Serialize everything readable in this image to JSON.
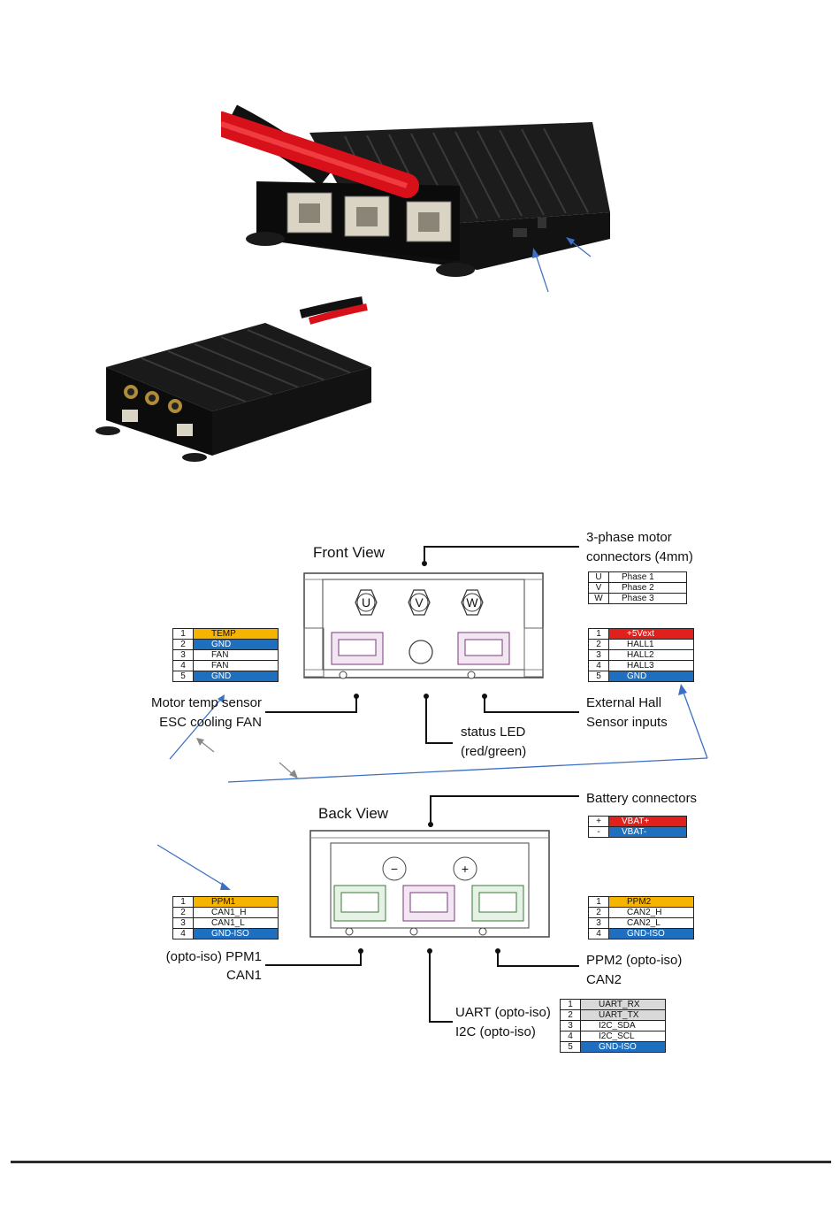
{
  "front_view": {
    "title": "Front View",
    "phase_label": [
      "3-phase motor",
      "connectors (4mm)"
    ],
    "phase_glyphs": [
      "U",
      "V",
      "W"
    ],
    "phase_table": [
      {
        "num": "U",
        "label": "Phase 1"
      },
      {
        "num": "V",
        "label": "Phase 2"
      },
      {
        "num": "W",
        "label": "Phase 3"
      }
    ],
    "left_table": [
      {
        "num": "1",
        "label": "TEMP",
        "color": "#f5b400"
      },
      {
        "num": "2",
        "label": "GND",
        "color": "#1f6fc1"
      },
      {
        "num": "3",
        "label": "FAN",
        "color": "#ffffff"
      },
      {
        "num": "4",
        "label": "FAN",
        "color": "#ffffff"
      },
      {
        "num": "5",
        "label": "GND",
        "color": "#1f6fc1"
      }
    ],
    "right_table": [
      {
        "num": "1",
        "label": "+5Vext",
        "color": "#e0201c"
      },
      {
        "num": "2",
        "label": "HALL1",
        "color": "#ffffff"
      },
      {
        "num": "3",
        "label": "HALL2",
        "color": "#ffffff"
      },
      {
        "num": "4",
        "label": "HALL3",
        "color": "#ffffff"
      },
      {
        "num": "5",
        "label": "GND",
        "color": "#1f6fc1"
      }
    ],
    "left_label": [
      "Motor temp sensor",
      "ESC cooling FAN"
    ],
    "right_label": [
      "External Hall",
      "Sensor inputs"
    ],
    "led_label": [
      "status LED",
      "(red/green)"
    ]
  },
  "back_view": {
    "title": "Back View",
    "battery_label": "Battery connectors",
    "battery_glyphs": [
      "−",
      "+"
    ],
    "battery_table": [
      {
        "num": "+",
        "label": "VBAT+",
        "color": "#e0201c"
      },
      {
        "num": "-",
        "label": "VBAT-",
        "color": "#1f6fc1"
      }
    ],
    "left_table": [
      {
        "num": "1",
        "label": "PPM1",
        "color": "#f5b400"
      },
      {
        "num": "2",
        "label": "CAN1_H",
        "color": "#ffffff"
      },
      {
        "num": "3",
        "label": "CAN1_L",
        "color": "#ffffff"
      },
      {
        "num": "4",
        "label": "GND-ISO",
        "color": "#1f6fc1"
      }
    ],
    "right_table": [
      {
        "num": "1",
        "label": "PPM2",
        "color": "#f5b400"
      },
      {
        "num": "2",
        "label": "CAN2_H",
        "color": "#ffffff"
      },
      {
        "num": "3",
        "label": "CAN2_L",
        "color": "#ffffff"
      },
      {
        "num": "4",
        "label": "GND-ISO",
        "color": "#1f6fc1"
      }
    ],
    "uart_table": [
      {
        "num": "1",
        "label": "UART_RX",
        "color": "#d9d9d9"
      },
      {
        "num": "2",
        "label": "UART_TX",
        "color": "#d9d9d9"
      },
      {
        "num": "3",
        "label": "I2C_SDA",
        "color": "#ffffff"
      },
      {
        "num": "4",
        "label": "I2C_SCL",
        "color": "#ffffff"
      },
      {
        "num": "5",
        "label": "GND-ISO",
        "color": "#1f6fc1"
      }
    ],
    "left_label": [
      "(opto-iso) PPM1",
      "CAN1"
    ],
    "right_label": [
      "PPM2 (opto-iso)",
      "CAN2"
    ],
    "uart_label": [
      "UART (opto-iso)",
      "I2C (opto-iso)"
    ]
  },
  "colors": {
    "annotation_arrow": "#3d6fc4",
    "body_black": "#141414",
    "cable_red": "#d8101a"
  }
}
